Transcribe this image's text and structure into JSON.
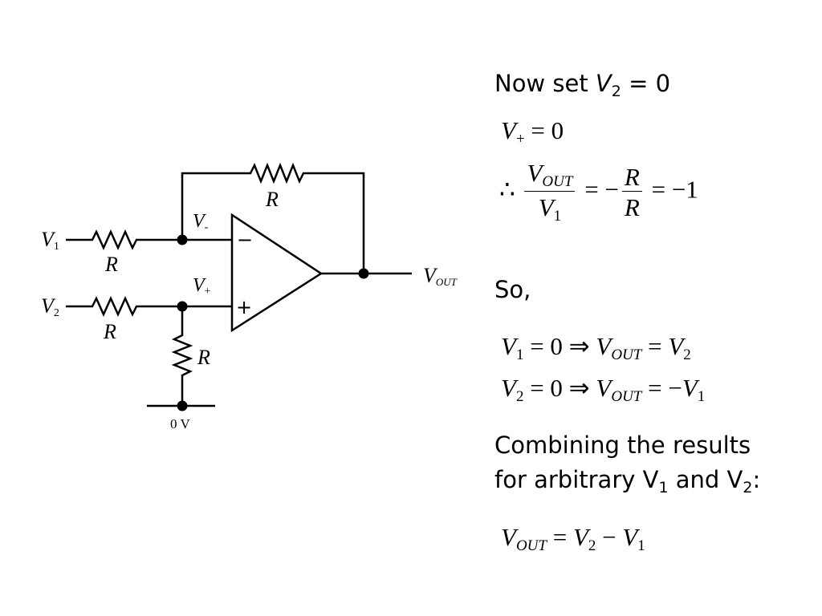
{
  "diagram": {
    "input_labels": {
      "v1": "V",
      "v1_sub": "1",
      "v2": "V",
      "v2_sub": "2"
    },
    "resistor_label": "R",
    "node_labels": {
      "vminus": "V",
      "vminus_sub": "-",
      "vplus": "V",
      "vplus_sub": "+"
    },
    "opamp_symbols": {
      "minus": "−",
      "plus": "+"
    },
    "output_label": {
      "v": "V",
      "sub": "OUT"
    },
    "ground_label": "0 V"
  },
  "notes": {
    "now_set": {
      "text": "Now set ",
      "var": "V",
      "sub": "2",
      "rest": " = 0"
    },
    "eq1": {
      "lhs": "V",
      "lhs_sub": "+",
      "rhs": " = 0"
    },
    "eq2": {
      "therefore": "∴",
      "num": "V",
      "num_sub": "OUT",
      "den": "V",
      "den_sub": "1",
      "eq_minus": " = −",
      "frac2_num": "R",
      "frac2_den": "R",
      "result": " = −1"
    },
    "so": "So,",
    "eq3": {
      "v1": "V",
      "v1_sub": "1",
      "mid": " = 0 ⇒ ",
      "vout": "V",
      "vout_sub": "OUT",
      "eq": " = ",
      "v2": "V",
      "v2_sub": "2"
    },
    "eq4": {
      "v2": "V",
      "v2_sub": "2",
      "mid": " = 0 ⇒ ",
      "vout": "V",
      "vout_sub": "OUT",
      "eq": " = −",
      "v1": "V",
      "v1_sub": "1"
    },
    "combining_line1": "Combining the results",
    "combining_line2": {
      "a": "for arbitrary V",
      "s1": "1",
      "b": " and V",
      "s2": "2",
      "c": ":"
    },
    "final": {
      "vout": "V",
      "vout_sub": "OUT",
      "eq": " = ",
      "v2": "V",
      "v2_sub": "2",
      "minus": " − ",
      "v1": "V",
      "v1_sub": "1"
    }
  }
}
